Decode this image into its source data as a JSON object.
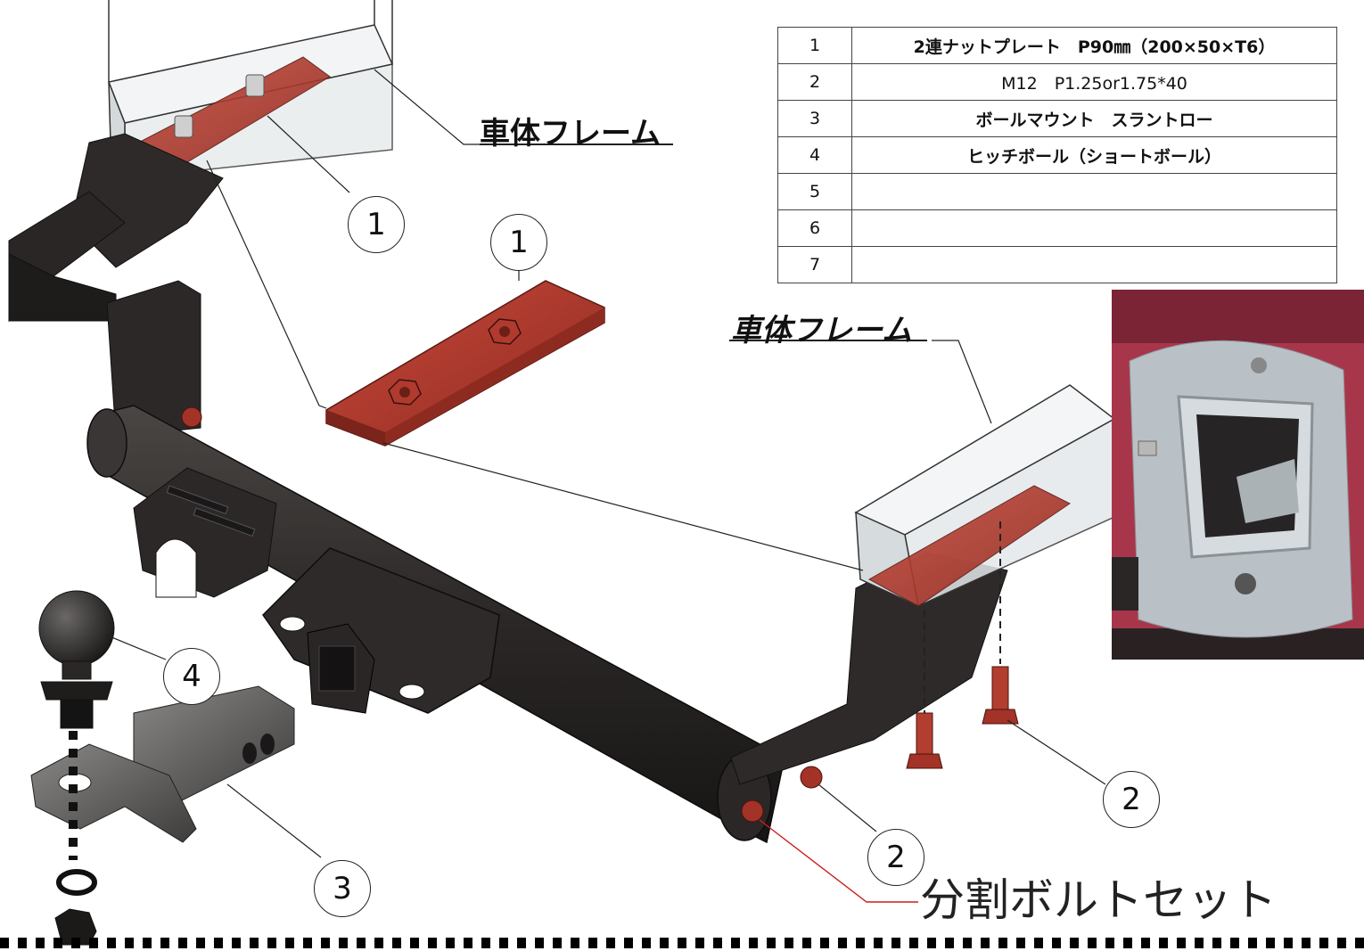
{
  "parts_table": [
    {
      "no": "1",
      "name": "2連ナットプレート　P90㎜（200×50×T6）",
      "bold": true
    },
    {
      "no": "2",
      "name": "M12　P1.25or1.75*40",
      "bold": false
    },
    {
      "no": "3",
      "name": "ボールマウント　スラントロー",
      "bold": true
    },
    {
      "no": "4",
      "name": "ヒッチボール（ショートボール）",
      "bold": true
    },
    {
      "no": "5",
      "name": "",
      "bold": false
    },
    {
      "no": "6",
      "name": "",
      "bold": false
    },
    {
      "no": "7",
      "name": "",
      "bold": false
    }
  ],
  "labels": {
    "frame_top": "車体フレーム",
    "frame_right": "車体フレーム",
    "split_bolt_set": "分割ボルトセット"
  },
  "callouts": {
    "c1a": "1",
    "c1b": "1",
    "c2a": "2",
    "c2b": "2",
    "c3": "3",
    "c4": "4"
  },
  "colors": {
    "plate_red": "#b33a2c",
    "hitch_dark": "#2a2726",
    "photo_body_red": "#a8364a"
  }
}
